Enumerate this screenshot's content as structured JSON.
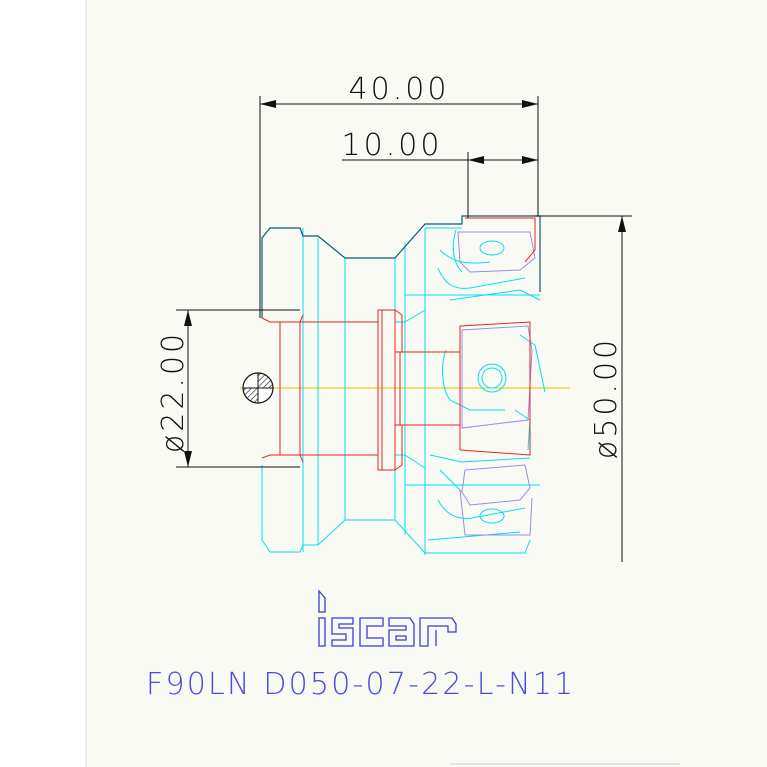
{
  "drawing": {
    "dimensions": {
      "overall_length": "40.00",
      "shank_length": "10.00",
      "bore_diameter": "ø22.00",
      "cutter_diameter": "ø50.00"
    },
    "brand": "iscar",
    "part_number": "F90LN D050-07-22-L-N11"
  },
  "colors": {
    "background": "#ffffff",
    "sheet": "#fafaf5",
    "dimension": "#111111",
    "outline": "#0d5a73",
    "body_lines": "#00e0f0",
    "bore_section": "#e8261e",
    "insert": "#9a8ce6",
    "centerline": "#e6c200",
    "title": "#4a4ae0",
    "logo": "#3b3bd9"
  },
  "icons": {
    "logo": "iscar-logo",
    "centre": "centre-of-gravity-symbol"
  }
}
